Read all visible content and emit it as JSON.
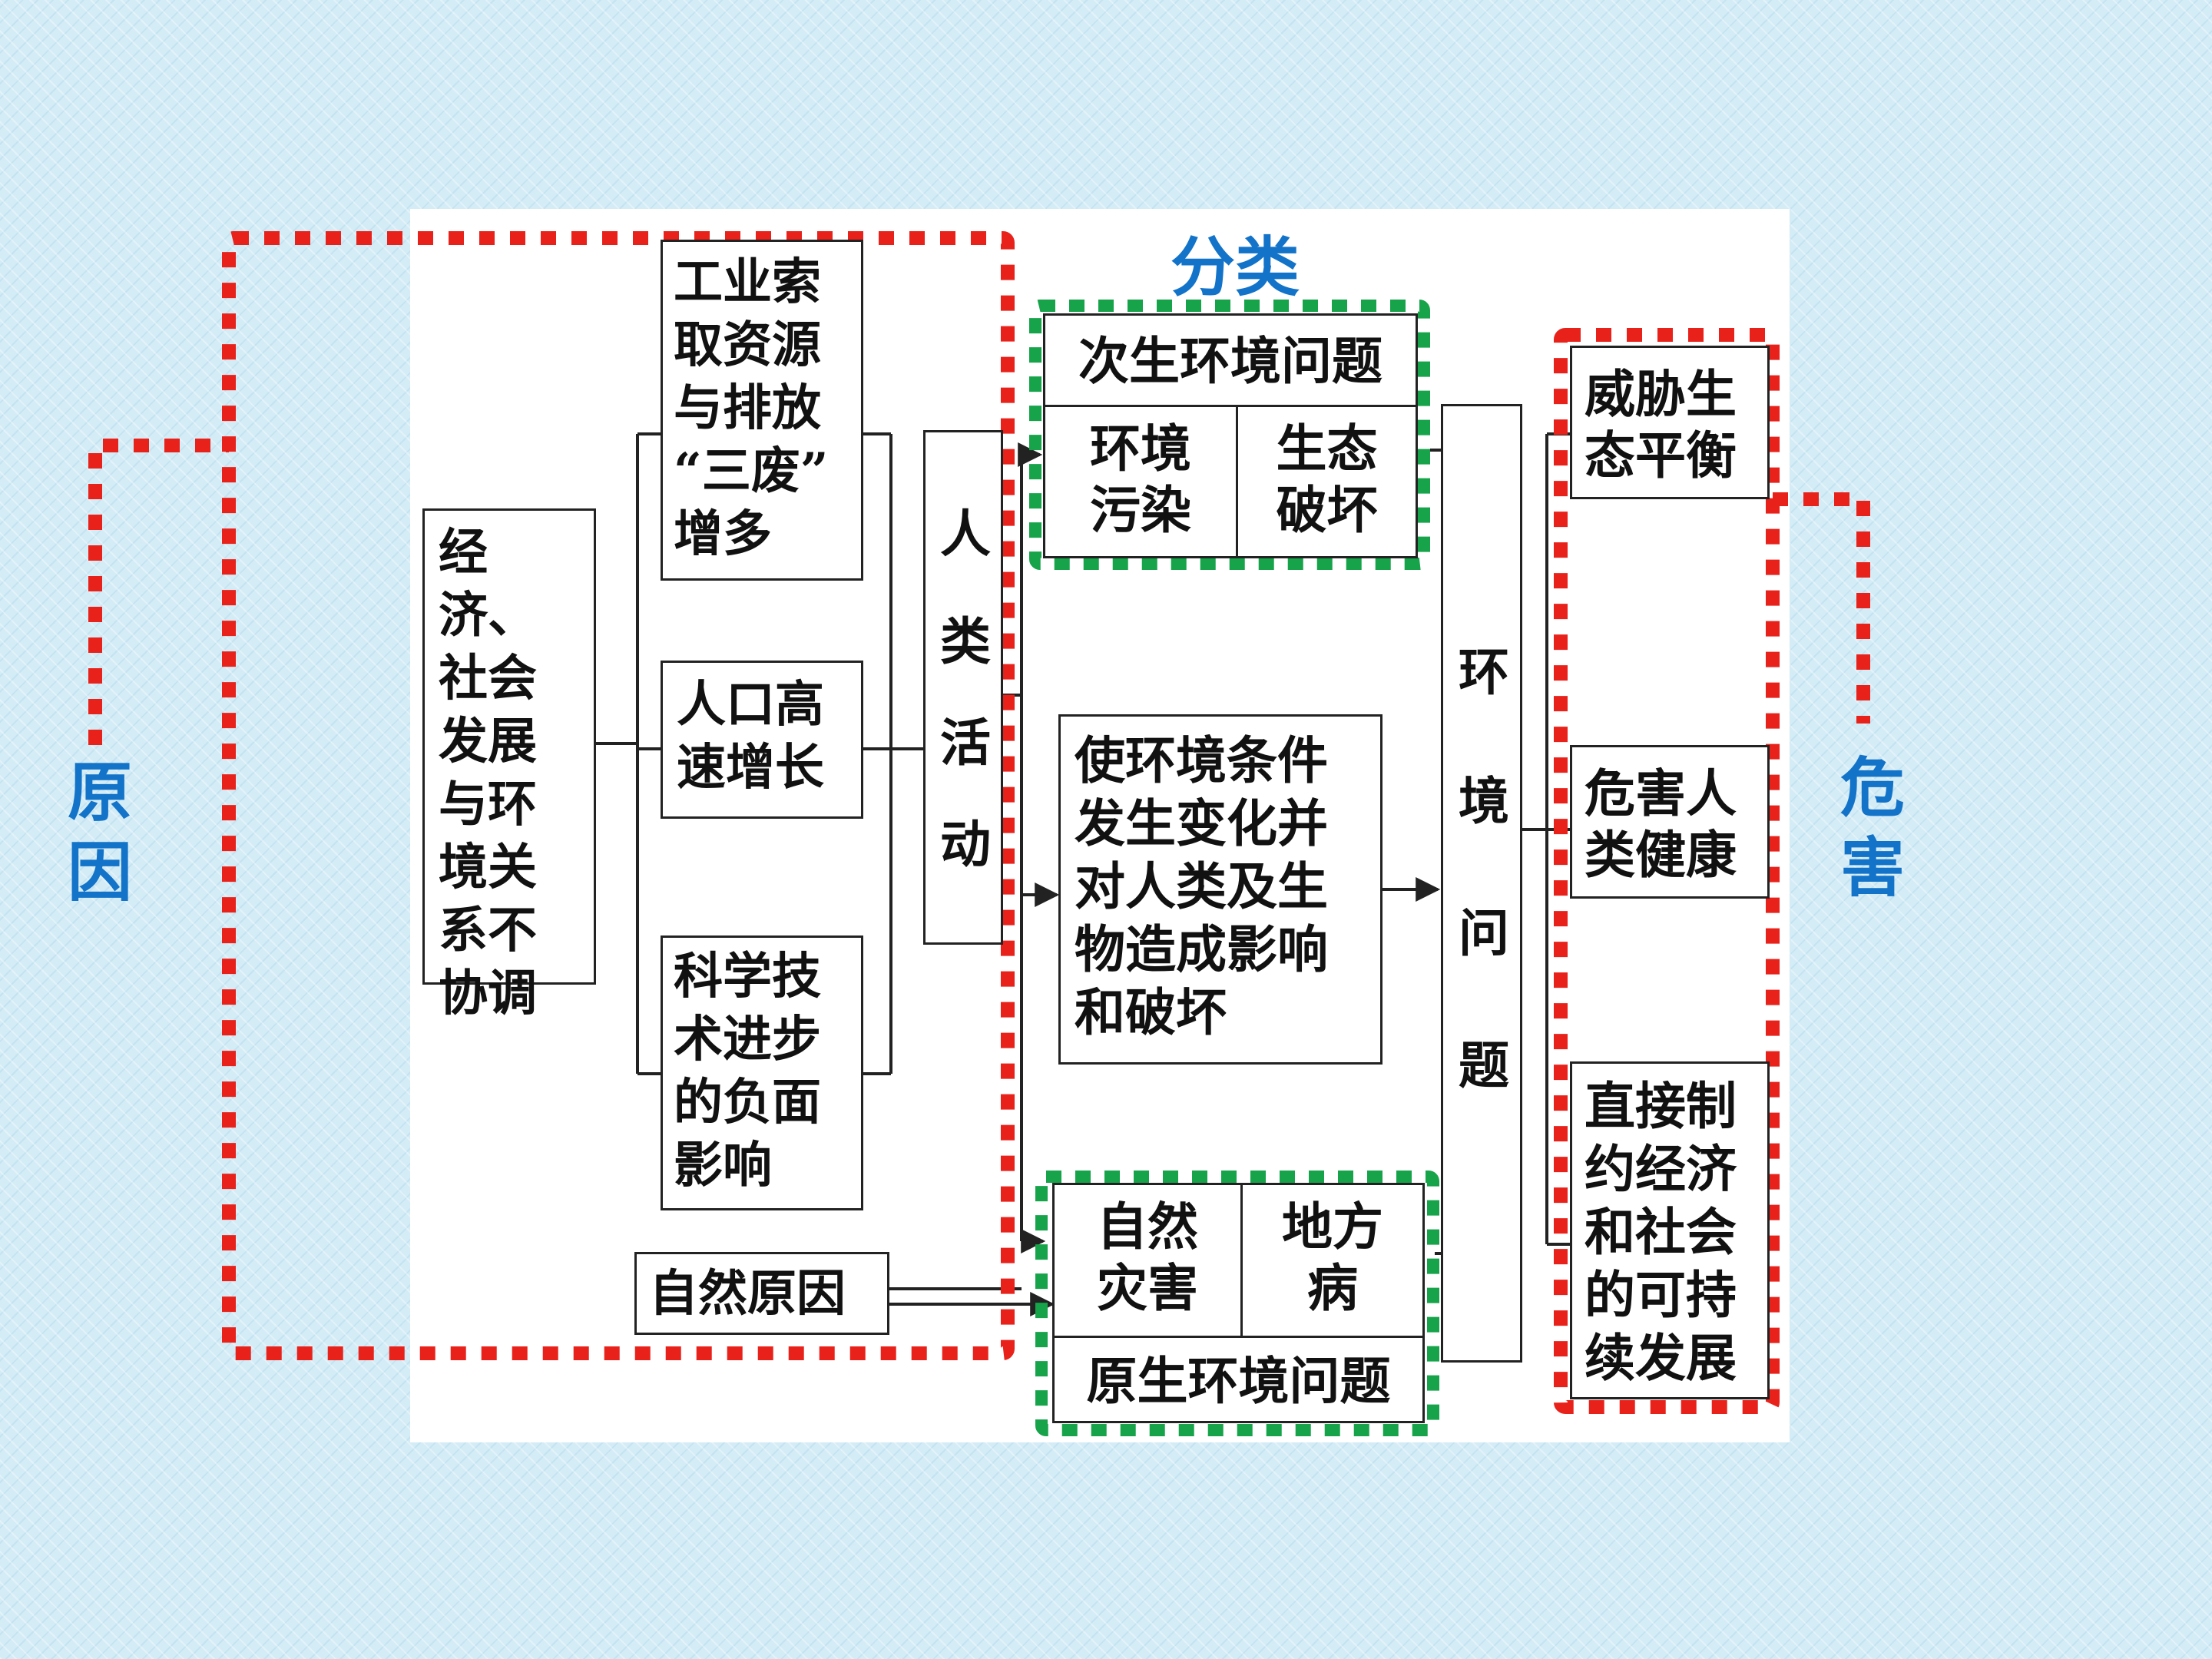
{
  "labels": {
    "category": "分类",
    "cause_top": "原",
    "cause_bottom": "因",
    "harm_top": "危",
    "harm_bottom": "害"
  },
  "boxes": {
    "root": "经济、\n社会\n发展\n与环\n境关\n系不\n协调",
    "industry": "工业索\n取资源\n与排放\n“三废”\n增多",
    "population": "人口高\n速增长",
    "technology": "科学技\n术进步\n的负面\n影响",
    "natural_cause": "自然原因",
    "human_activity": [
      "人",
      "类",
      "活",
      "动"
    ],
    "secondary_title": "次生环境问题",
    "pollution": "环境\n污染",
    "ecological_damage": "生态\n破坏",
    "effect": "使环境条件\n发生变化并\n对人类及生\n物造成影响\n和破坏",
    "natural_disaster": "自然\n灾害",
    "endemic_disease": "地方\n病",
    "primary_title": "原生环境问题",
    "env_problem": [
      "环",
      "境",
      "问",
      "题"
    ],
    "threat_ecology": "威胁生\n态平衡",
    "harm_health": "危害人\n类健康",
    "restrict_dev": "直接制\n约经济\n和社会\n的可持\n续发展"
  },
  "colors": {
    "cause_frame": "#e8221b",
    "category_frame": "#16a34a",
    "harm_frame": "#e8221b",
    "label_blue": "#1273c9"
  }
}
